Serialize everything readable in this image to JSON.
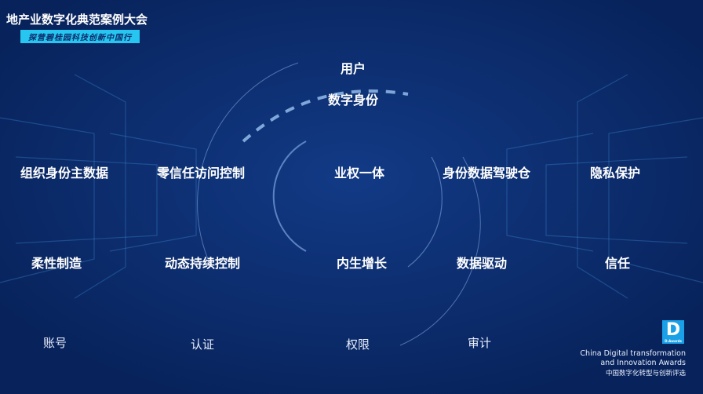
{
  "header": {
    "title": "地产业数字化典范案例大会",
    "subtitle": "探营碧桂园科技创新中国行"
  },
  "center": {
    "user": "用户",
    "digital_identity": "数字身份"
  },
  "row1": [
    "组织身份主数据",
    "零信任访问控制",
    "业权一体",
    "身份数据驾驶仓",
    "隐私保护"
  ],
  "row2": [
    "柔性制造",
    "动态持续控制",
    "内生增长",
    "数据驱动",
    "信任"
  ],
  "row3": [
    "账号",
    "认证",
    "权限",
    "审计"
  ],
  "awards": {
    "logo_letter": "D",
    "logo_small": "D-Awards",
    "line1": "China Digital transformation",
    "line2": "and Innovation Awards",
    "line3": "中国数字化转型与创新评选"
  },
  "colors": {
    "bg": "#0b2a6b",
    "accent": "#27c6f0"
  }
}
